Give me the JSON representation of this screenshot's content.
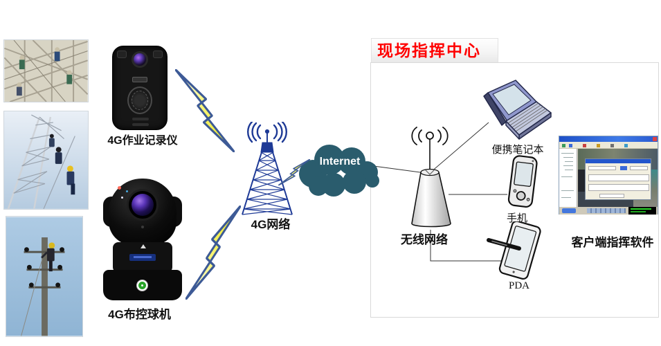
{
  "scene": {
    "photos": [
      {
        "name": "workers-on-lattice-structure"
      },
      {
        "name": "workers-climbing-transmission-tower"
      },
      {
        "name": "worker-on-utility-pole"
      }
    ]
  },
  "field_devices": {
    "recorder_label": "4G作业记录仪",
    "ball_camera_label": "4G布控球机"
  },
  "network": {
    "tower_label": "4G网络",
    "internet_label": "Internet"
  },
  "command_center": {
    "title": "现场指挥中心",
    "wireless_label": "无线网络",
    "laptop_label": "便携笔记本",
    "phone_label": "手机",
    "pda_label": "PDA",
    "software_label": "客户端指挥软件"
  },
  "colors": {
    "title_red": "#ff0000",
    "cloud_teal": "#2a5c6d",
    "tower_blue": "#1e3a96",
    "lightning_yellow": "#efe912",
    "lightning_border": "#3d5a96",
    "connector_line": "#333333",
    "box_border": "#d9d9d9"
  }
}
